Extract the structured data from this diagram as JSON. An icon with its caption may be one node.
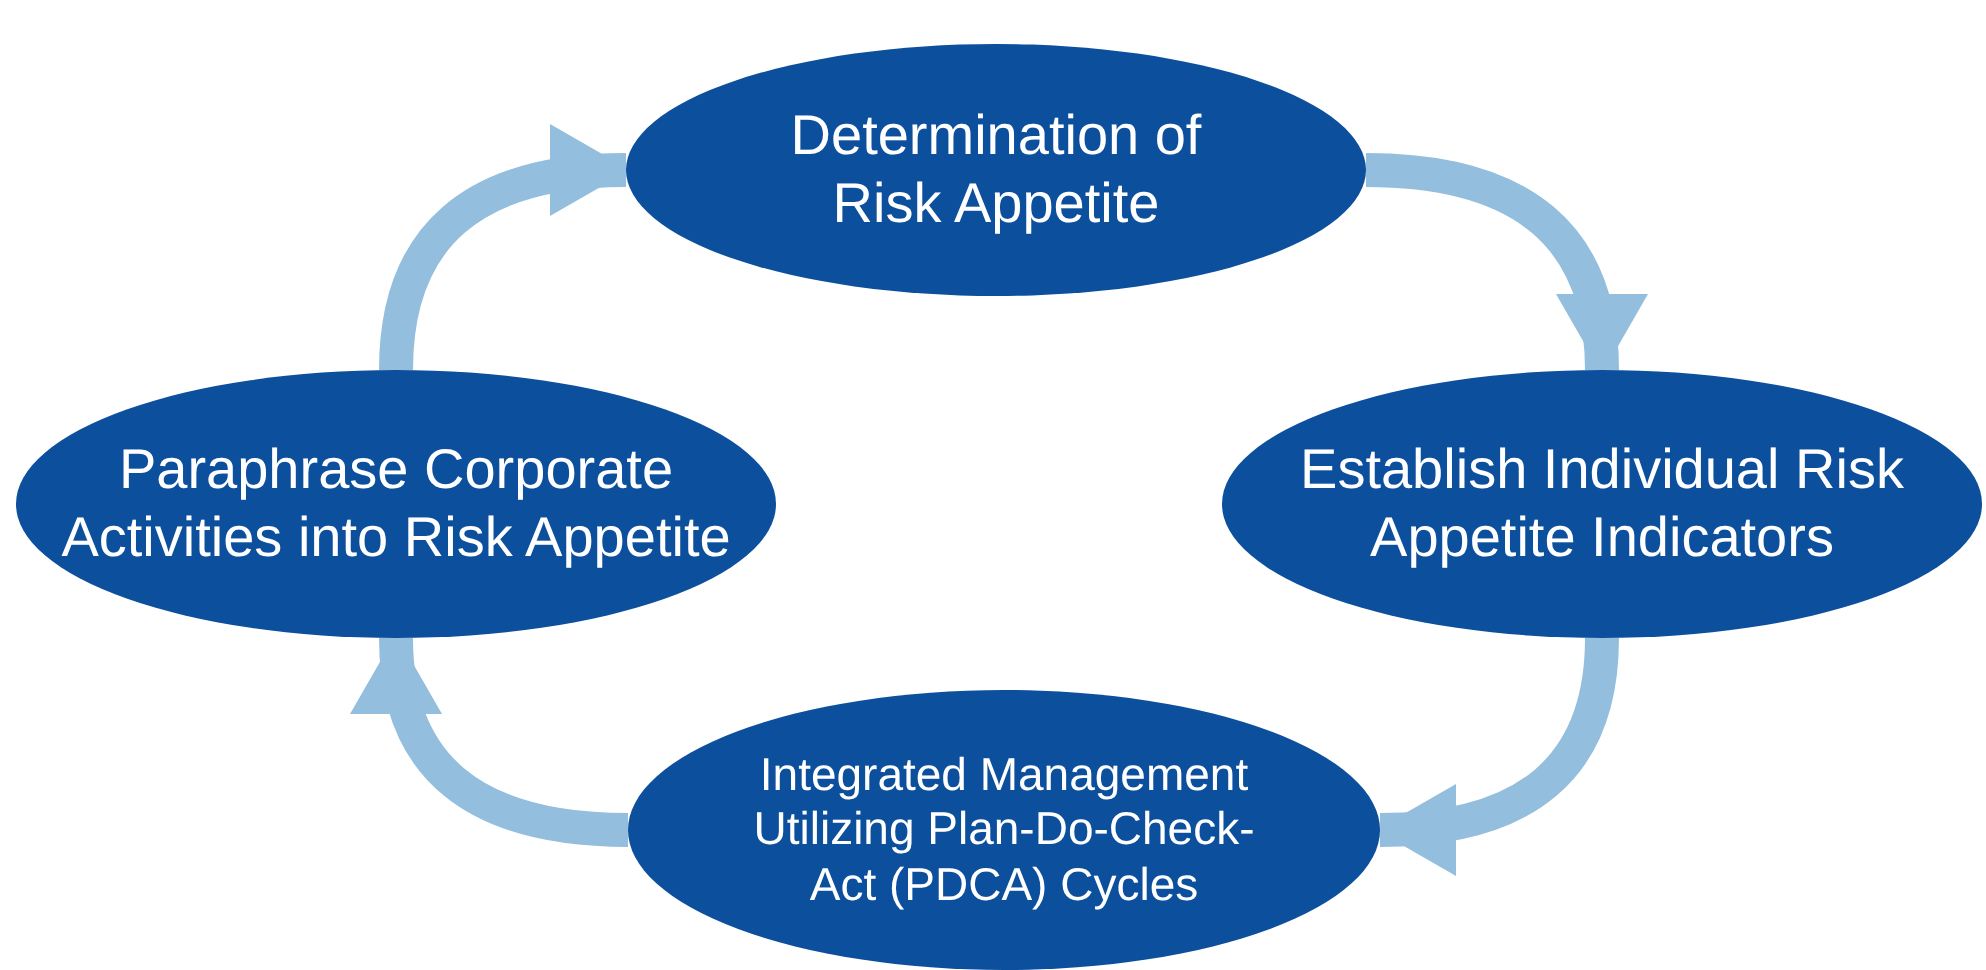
{
  "diagram": {
    "nodes": [
      {
        "text": [
          "Determination of Risk Appetite"
        ]
      },
      {
        "text": [
          "Establish Individual Risk Appetite Indicators"
        ]
      },
      {
        "text": [
          "Integrated Management Utilizing Plan-Do-Check-Act (PDCA) Cycles"
        ]
      },
      {
        "text": [
          "Paraphrase Corporate Activities into Risk Appetite"
        ]
      }
    ],
    "edges": [
      {
        "from": 0,
        "to": 1,
        "arrow": "to"
      },
      {
        "from": 1,
        "to": 2,
        "arrow": "to"
      },
      {
        "from": 2,
        "to": 3,
        "arrow": "to"
      },
      {
        "from": 3,
        "to": 0,
        "arrow": "to"
      }
    ]
  }
}
